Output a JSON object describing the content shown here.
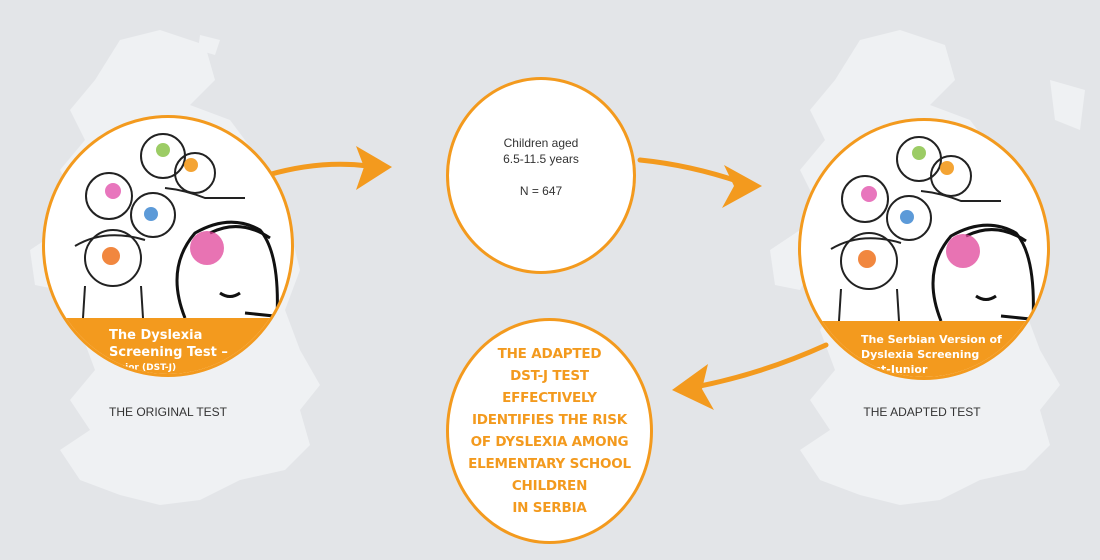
{
  "original": {
    "band_lines": [
      "The Dyslexia",
      "Screening Test –",
      "Junior (DST-J)"
    ],
    "caption": "THE ORIGINAL TEST"
  },
  "sample": {
    "line1": "Children aged",
    "line2": "6.5-11.5 years",
    "n": "N =  647"
  },
  "adapted": {
    "band_lines": [
      "The Serbian Version of",
      "Dyslexia  Screening",
      "Test-Junior"
    ],
    "caption": "THE ADAPTED TEST"
  },
  "conclusion": {
    "lines": [
      "THE ADAPTED",
      "DST-J TEST",
      "EFFECTIVELY",
      "IDENTIFIES THE RISK",
      "OF DYSLEXIA AMONG",
      "ELEMENTARY SCHOOL",
      "CHILDREN",
      "IN SERBIA"
    ]
  },
  "colors": {
    "accent": "#f39a1e",
    "background": "#e3e5e8",
    "map": "#eef0f2"
  }
}
